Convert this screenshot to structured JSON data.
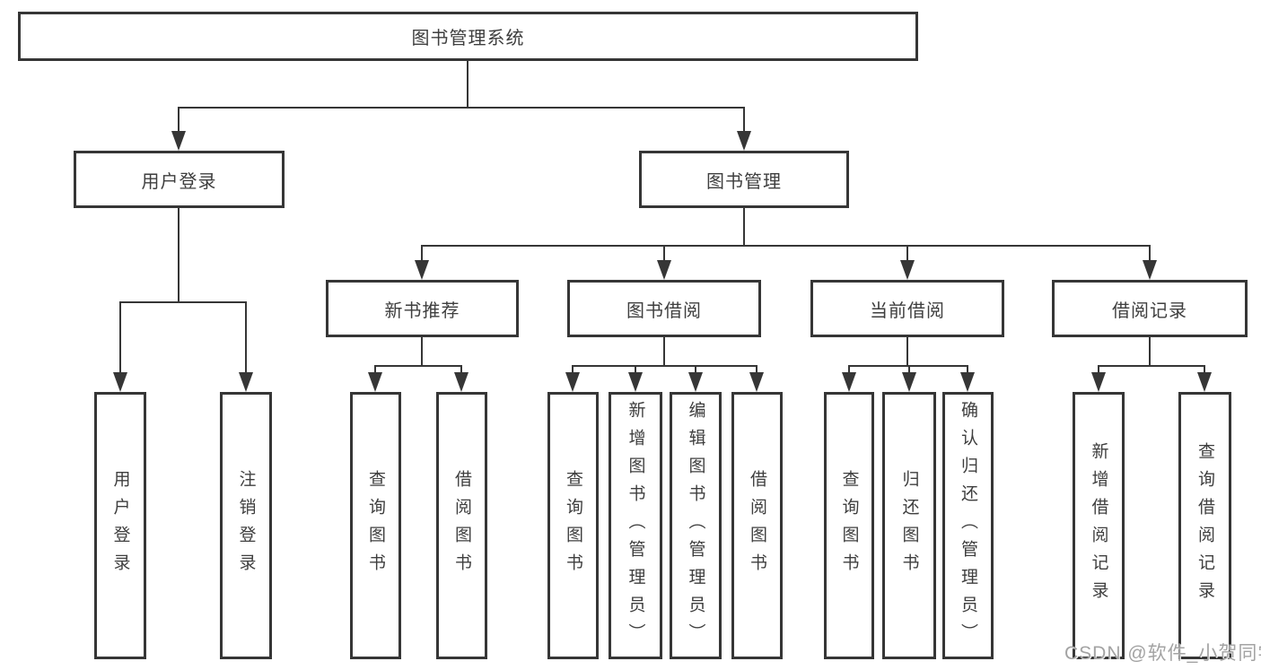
{
  "diagram_type": "hierarchy-tree",
  "colors": {
    "line": "#363636",
    "text": "#3e3e3e",
    "watermark": "#a3a3a3",
    "background": "#ffffff"
  },
  "tree": {
    "label": "图书管理系统",
    "children": [
      {
        "label": "用户登录",
        "children": [
          {
            "label": "用户登录"
          },
          {
            "label": "注销登录"
          }
        ]
      },
      {
        "label": "图书管理",
        "children": [
          {
            "label": "新书推荐",
            "children": [
              {
                "label": "查询图书"
              },
              {
                "label": "借阅图书"
              }
            ]
          },
          {
            "label": "图书借阅",
            "children": [
              {
                "label": "查询图书"
              },
              {
                "label": "新增图书（管理员）"
              },
              {
                "label": "编辑图书（管理员）"
              },
              {
                "label": "借阅图书"
              }
            ]
          },
          {
            "label": "当前借阅",
            "children": [
              {
                "label": "查询图书"
              },
              {
                "label": "归还图书"
              },
              {
                "label": "确认归还（管理员）"
              }
            ]
          },
          {
            "label": "借阅记录",
            "children": [
              {
                "label": "新增借阅记录"
              },
              {
                "label": "查询借阅记录"
              }
            ]
          }
        ]
      }
    ]
  },
  "watermark": {
    "text": "CSDN @软件_小贺同学"
  }
}
